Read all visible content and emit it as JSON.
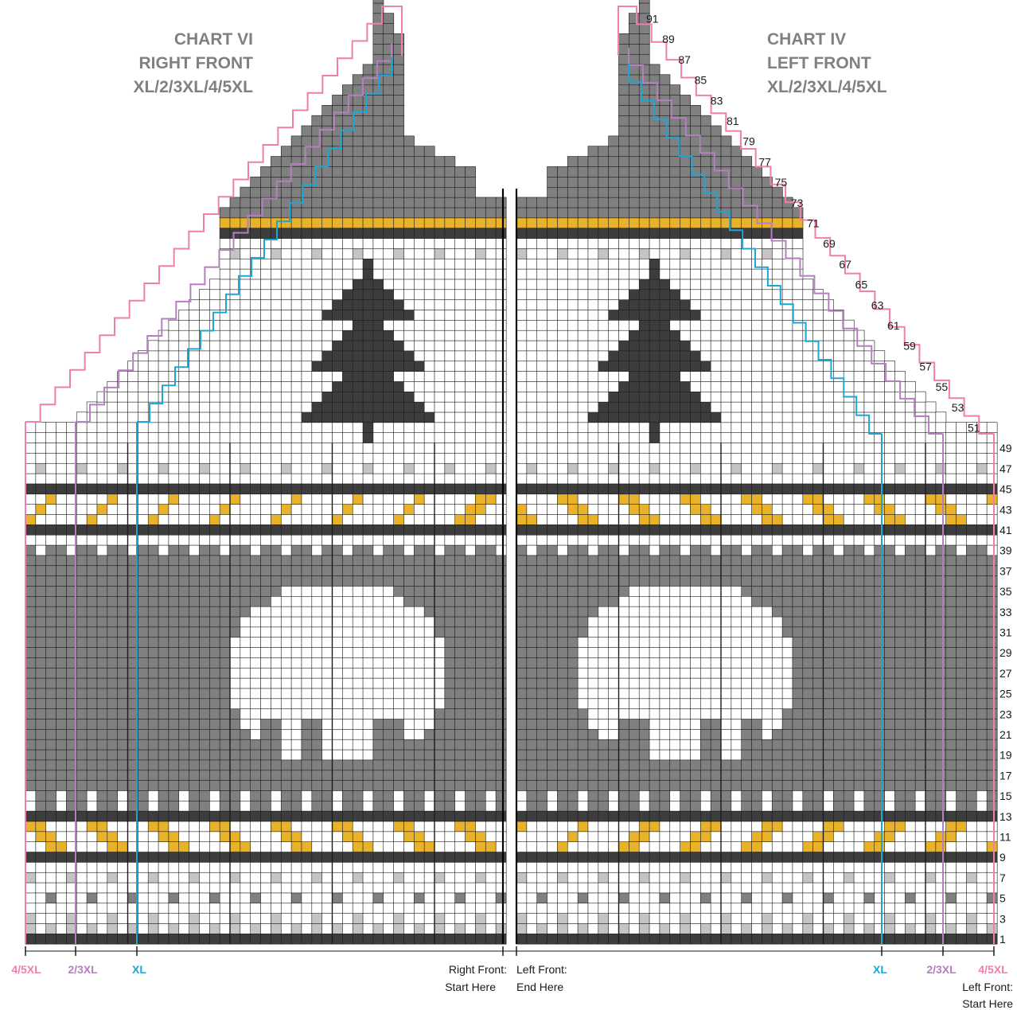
{
  "colors": {
    "white": "#ffffff",
    "light_gray": "#c4c4c4",
    "medium_gray": "#808080",
    "dark_gray": "#3d3d3d",
    "gold": "#e8b22a",
    "grid_line": "#1a1a1a",
    "size_4_5xl": "#ee7fae",
    "size_2_3xl": "#b57fbf",
    "size_xl": "#1aa7d8"
  },
  "charts": [
    {
      "id": "chart-vi",
      "title_line1": "CHART VI",
      "title_line2": "RIGHT FRONT",
      "title_line3": "XL/2/3XL/4/5XL",
      "start_note_line1": "Right Front:",
      "start_note_line2": "Start Here"
    },
    {
      "id": "chart-iv",
      "title_line1": "CHART IV",
      "title_line2": "LEFT FRONT",
      "title_line3": "XL/2/3XL/4/5XL",
      "end_note_line1": "Left Front:",
      "end_note_line2": "End Here",
      "start_note_line1": "Left Front:",
      "start_note_line2": "Start Here"
    }
  ],
  "size_labels": {
    "size_4_5xl": "4/5XL",
    "size_2_3xl": "2/3XL",
    "size_xl": "XL"
  },
  "row_numbers": [
    1,
    3,
    5,
    7,
    9,
    11,
    13,
    15,
    17,
    19,
    21,
    23,
    25,
    27,
    29,
    31,
    33,
    35,
    37,
    39,
    41,
    43,
    45,
    47,
    49,
    51,
    53,
    55,
    57,
    59,
    61,
    63,
    65,
    67,
    69,
    71,
    73,
    75,
    77,
    79,
    81,
    83,
    85,
    87,
    89,
    91
  ],
  "motifs": {
    "lower": "bear",
    "upper": "pine-tree"
  }
}
